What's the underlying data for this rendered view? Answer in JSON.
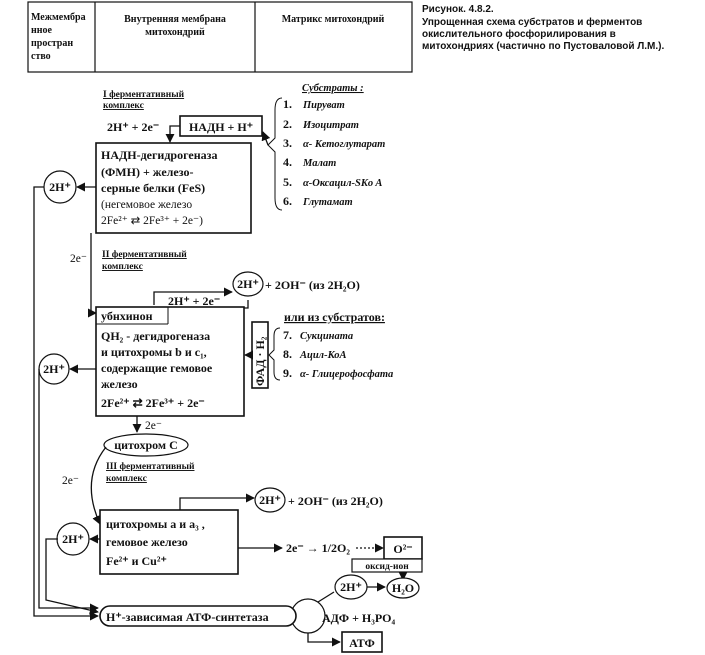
{
  "header": {
    "col1": [
      "Межмембра",
      "нное",
      "простран",
      "ство"
    ],
    "col2": [
      "Внутренняя мембрана",
      "митохондрий"
    ],
    "col3": "Матрикс митохондрий"
  },
  "caption": {
    "label": "Рисунок. 4.8.2.",
    "text": [
      "Упрощенная схема субстратов и ферментов",
      "окислительного фосфорилирования в",
      "митохондриях (частично по Пустоваловой Л.М.)."
    ]
  },
  "complex1": {
    "title": [
      "I ферментативный",
      "комплекс"
    ],
    "input": "2H⁺ + 2e⁻",
    "nadh": "НАДН + Н⁺",
    "box": [
      "НАДН-дегидрогеназа",
      "(ФМН) + железо-",
      "серные белки (FeS)",
      "(негемовое железо",
      "2Fe²⁺  ⇄ 2Fe³⁺ + 2e⁻)"
    ],
    "proton": "2H⁺"
  },
  "substrates": {
    "title": "Субстраты :",
    "items": [
      {
        "num": "1.",
        "name": "Пируват"
      },
      {
        "num": "2.",
        "name": "Изоцитрат"
      },
      {
        "num": "3.",
        "name": "α- Кетоглутарат"
      },
      {
        "num": "4.",
        "name": "Малат"
      },
      {
        "num": "5.",
        "name": "α-Оксацил-SKo A"
      },
      {
        "num": "6.",
        "name": "Глутамат"
      }
    ]
  },
  "electrons1": "2e⁻",
  "complex2": {
    "title": [
      "II ферментативный",
      "комплекс"
    ],
    "matrix_reaction": "+ 2OH⁻ (из 2H₂O)",
    "proton_circle": "2H⁺",
    "input": "2H⁺ + 2e⁻",
    "ubiquinone": "убнхинон",
    "box": [
      "QH₂ - дегидрогеназа",
      "и цитохромы b и c₁,",
      "содержащие гемовое",
      "железо",
      "2Fe²⁺  ⇄ 2Fe³⁺ + 2e⁻"
    ],
    "fad": "ФАД · Н₂",
    "other_title": "или из субстратов:",
    "other": [
      {
        "num": "7.",
        "name": "Сукцината"
      },
      {
        "num": "8.",
        "name": "Ацил-КоА"
      },
      {
        "num": "9.",
        "name": "α- Глицерофосфата"
      }
    ],
    "proton": "2H⁺"
  },
  "electrons2": "2e⁻",
  "cytochrome_c": "цитохром С",
  "electrons3": "2e⁻",
  "complex3": {
    "title": [
      "III ферментативный",
      "комплекс"
    ],
    "proton_circle": "2H⁺",
    "matrix_reaction": "+ 2OH⁻ (из 2H₂O)",
    "box": [
      "цитохромы a и a₃ ,",
      "гемовое железо",
      "Fe²⁺ и Cu²⁺"
    ],
    "proton": "2H⁺",
    "oxygen_eq": "2e⁻ → 1/2O₂",
    "oxygen_ion": "O²⁻",
    "oxygen_ion_label": "оксид-ион",
    "water_proton": "2H⁺",
    "water": "H₂O"
  },
  "atp": {
    "synthase": "H⁺-зависимая АТФ-синтетаза",
    "substrates": "АДФ + Н₃PO₄",
    "product": "АТФ"
  }
}
